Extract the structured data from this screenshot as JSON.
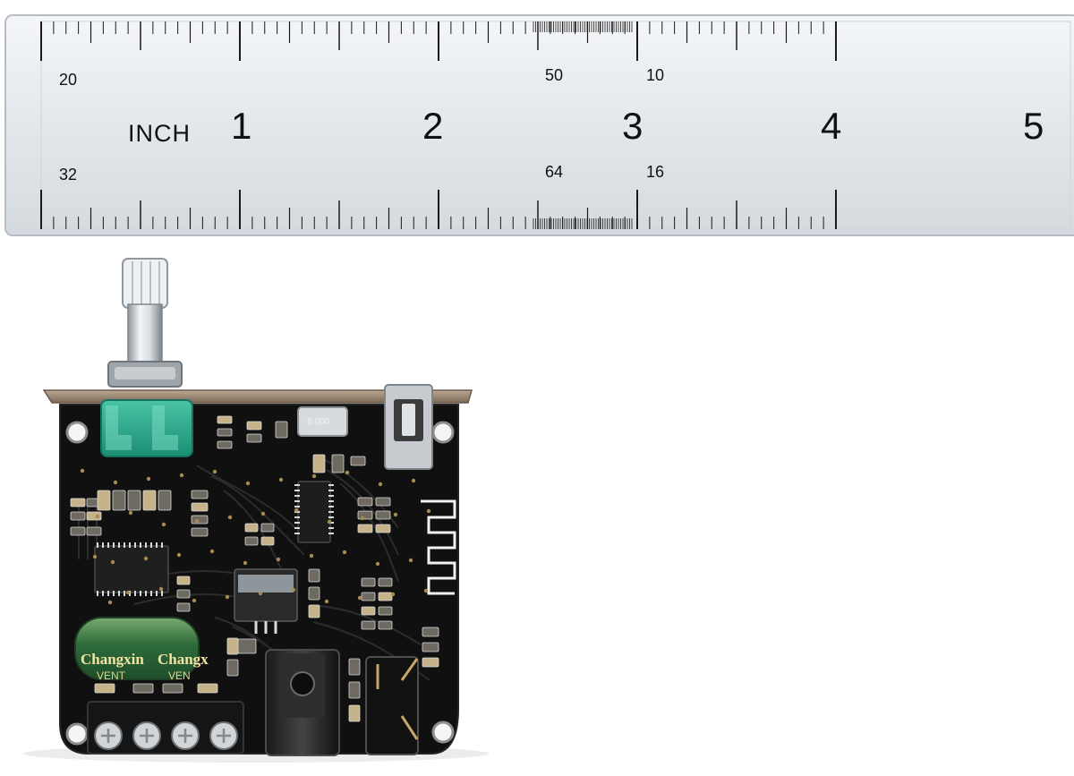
{
  "ruler": {
    "unit_label": "INCH",
    "inch_numbers": [
      "1",
      "2",
      "3",
      "4",
      "5"
    ],
    "top_small_numbers": [
      "20",
      "50",
      "10"
    ],
    "bottom_small_numbers": [
      "32",
      "64",
      "16"
    ],
    "colors": {
      "metal": "#e8ebef",
      "edge": "#b9bec5",
      "ink": "#111111"
    }
  },
  "board": {
    "capacitor_brand_left": "Changxin",
    "capacitor_brand_right": "Changx",
    "capacitor_vent_left": "VENT",
    "capacitor_vent_right": "VEN",
    "crystal_label": "8.000",
    "colors": {
      "pcb": "#111111",
      "bracket": "#8b7a6b",
      "potentiometer": "#2aa98e",
      "capacitor": "#2f6b3b",
      "terminal": "#141414",
      "metal": "#c8ccd1"
    }
  }
}
